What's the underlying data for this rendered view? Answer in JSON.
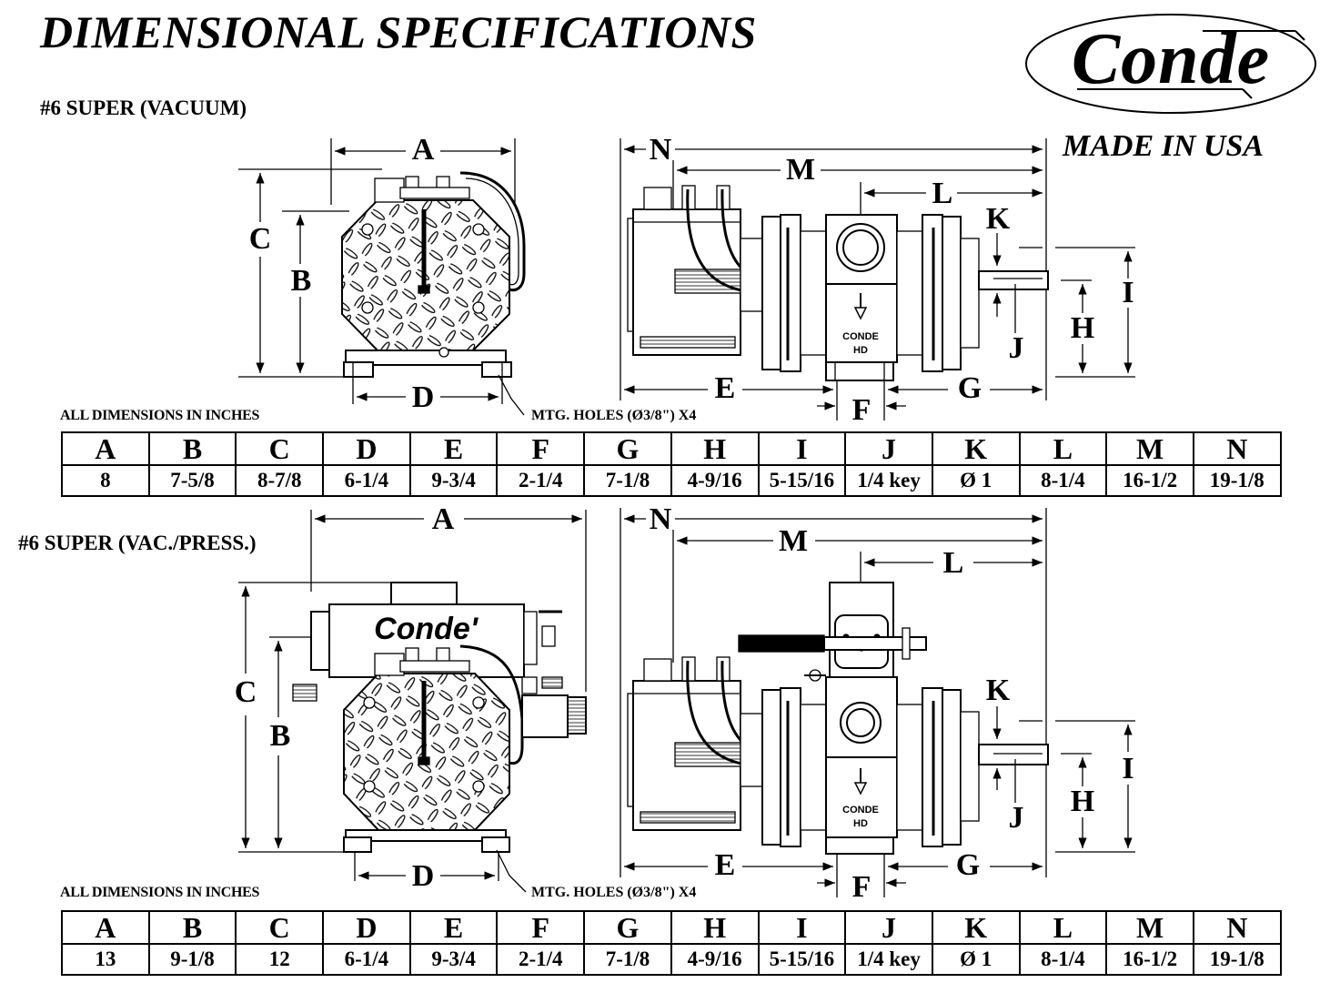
{
  "title": "DIMENSIONAL SPECIFICATIONS",
  "brand": {
    "logo_text": "Conde",
    "made_in": "MADE IN USA"
  },
  "units_note": "ALL DIMENSIONS IN INCHES",
  "mount_holes_note": "MTG. HOLES (Ø3/8\") X4",
  "pump_label": "CONDE HD",
  "pump_label_lines": [
    "CONDE",
    "HD"
  ],
  "tank_logo": "Conde'",
  "dim_letters": [
    "A",
    "B",
    "C",
    "D",
    "E",
    "F",
    "G",
    "H",
    "I",
    "J",
    "K",
    "L",
    "M",
    "N"
  ],
  "sections": [
    {
      "heading": "#6 SUPER (VACUUM)",
      "columns": [
        "A",
        "B",
        "C",
        "D",
        "E",
        "F",
        "G",
        "H",
        "I",
        "J",
        "K",
        "L",
        "M",
        "N"
      ],
      "values": [
        "8",
        "7-5/8",
        "8-7/8",
        "6-1/4",
        "9-3/4",
        "2-1/4",
        "7-1/8",
        "4-9/16",
        "5-15/16",
        "1/4 key",
        "Ø 1",
        "8-1/4",
        "16-1/2",
        "19-1/8"
      ]
    },
    {
      "heading": "#6 SUPER (VAC./PRESS.)",
      "columns": [
        "A",
        "B",
        "C",
        "D",
        "E",
        "F",
        "G",
        "H",
        "I",
        "J",
        "K",
        "L",
        "M",
        "N"
      ],
      "values": [
        "13",
        "9-1/8",
        "12",
        "6-1/4",
        "9-3/4",
        "2-1/4",
        "7-1/8",
        "4-9/16",
        "5-15/16",
        "1/4 key",
        "Ø 1",
        "8-1/4",
        "16-1/2",
        "19-1/8"
      ]
    }
  ],
  "colors": {
    "ink": "#000000",
    "paper": "#ffffff"
  }
}
